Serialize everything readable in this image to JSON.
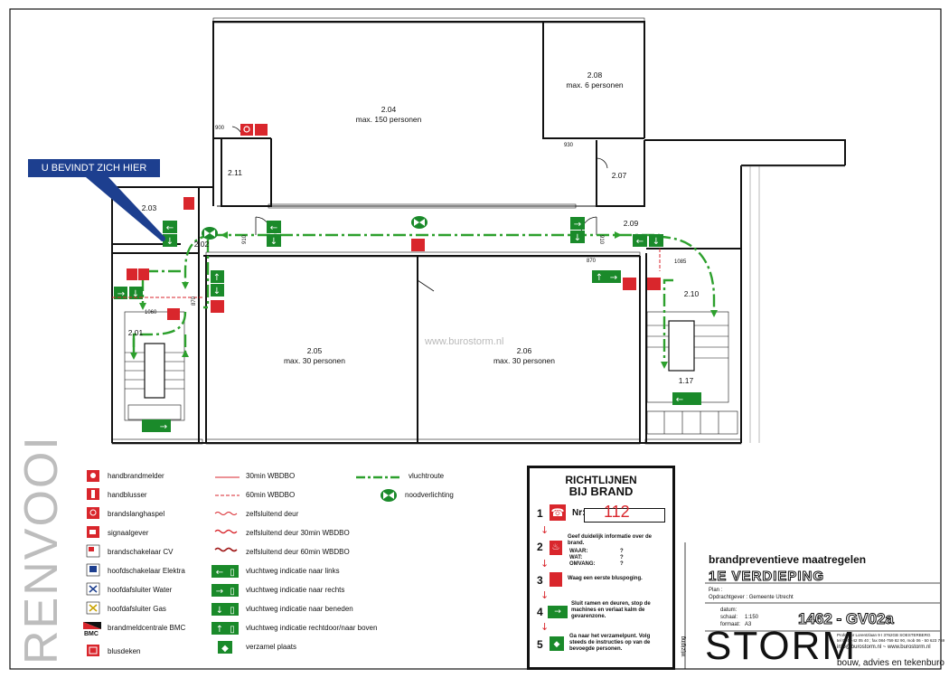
{
  "banner": {
    "you_are_here": "U BEVINDT ZICH HIER"
  },
  "watermark": "www.burostorm.nl",
  "rooms": {
    "r204": {
      "id": "2.04",
      "capacity": "max. 150 personen"
    },
    "r208": {
      "id": "2.08",
      "capacity": "max. 6 personen"
    },
    "r211": {
      "id": "2.11"
    },
    "r207": {
      "id": "2.07"
    },
    "r203": {
      "id": "2.03"
    },
    "r202": {
      "id": "2.02"
    },
    "r209": {
      "id": "2.09"
    },
    "r210": {
      "id": "2.10"
    },
    "r201": {
      "id": "2.01"
    },
    "r205": {
      "id": "2.05",
      "capacity": "max. 30 personen"
    },
    "r206": {
      "id": "2.06",
      "capacity": "max. 30 personen"
    },
    "r117": {
      "id": "1.17"
    }
  },
  "door_dims": {
    "d900": "900",
    "d930": "930",
    "d910a": "910",
    "d910b": "910",
    "d870a": "870",
    "d870b": "870",
    "d1060": "1060",
    "d1085": "1085"
  },
  "legend_title": "RENVOOI",
  "legend": {
    "col1": [
      "handbrandmelder",
      "handblusser",
      "brandslanghaspel",
      "signaalgever",
      "brandschakelaar CV",
      "hoofdschakelaar Elektra",
      "hoofdafsluiter Water",
      "hoofdafsluiter Gas",
      "brandmeldcentrale BMC",
      "blusdeken"
    ],
    "col2": [
      "30min WBDBO",
      "60min WBDBO",
      "zelfsluitend deur",
      "zelfsluitend deur 30min WBDBO",
      "zelfsluitend deur 60min WBDBO",
      "vluchtweg indicatie naar links",
      "vluchtweg indicatie naar rechts",
      "vluchtweg indicatie naar beneden",
      "vluchtweg indicatie rechtdoor/naar boven",
      "verzamel plaats"
    ],
    "col3": [
      "vluchtroute",
      "noodverlichting"
    ],
    "bmc_label": "BMC"
  },
  "richtlijnen": {
    "title1": "RICHTLIJNEN",
    "title2": "BIJ BRAND",
    "nr_label": "Nr:",
    "nr_value": "112",
    "steps": [
      "1",
      "2",
      "3",
      "4",
      "5"
    ],
    "s2_text": "Geef duidelijk informatie over de brand.",
    "s2_waar": "WAAR:",
    "s2_wat": "WAT:",
    "s2_omvang": "OMVANG:",
    "s2_q": "?",
    "s3_text": "Waag een eerste bluspoging.",
    "s4_text": "Sluit ramen en deuren, stop de machines en verlaat kalm de gevarenzone.",
    "s5_text": "Ga naar het verzamelpunt. Volg steeds de instructies op van de bevoegde personen."
  },
  "titleblock": {
    "title": "brandpreventieve maatregelen",
    "floor": "1E VERDIEPING",
    "plan": "Plan :",
    "client": "Opdrachtgever : Gemeente Utrecht",
    "datum": "datum:",
    "schaal": "schaal:",
    "schaal_val": "1:150",
    "formaat": "formaat:",
    "formaat_val": "A3",
    "project_nr": "1462 - GV02a",
    "address1": "Professor Lorentzlaan 9 I 3762GB SOESTERBERG",
    "address2": "tel 0346-42 05 40 ; fax 084-759 82 90, mob 06 - 50 623 759",
    "address3": "info@burostorm.nl  ~  www.burostorm.nl",
    "brand": "STORM",
    "brand_sub": "bouw, advies en tekenburo",
    "vertical_note": "wijziging"
  },
  "colors": {
    "escape_route": "#2da02d",
    "sign_green": "#1a8a2a",
    "sign_red": "#d9262c",
    "banner": "#1d3f8f"
  }
}
